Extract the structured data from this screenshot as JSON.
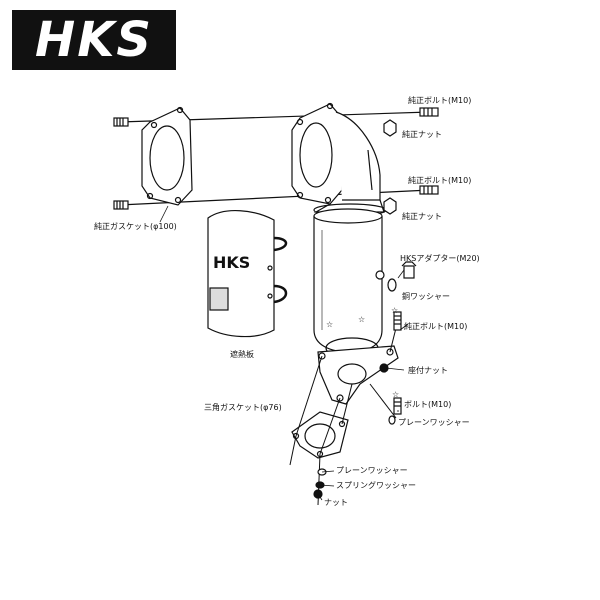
{
  "logo": {
    "text": "HKS"
  },
  "labels": {
    "stock_bolt_m10_top": "純正ボルト(M10)",
    "stock_nut_top": "純正ナット",
    "stock_bolt_m10_mid": "純正ボルト(M10)",
    "stock_nut_mid": "純正ナット",
    "stock_gasket_100": "純正ガスケット(φ100)",
    "hks_adapter_m20": "HKSアダプター(M20)",
    "copper_washer": "銅ワッシャー",
    "stock_bolt_m10_low": "純正ボルト(M10)",
    "heat_shield": "遮熱板",
    "seat_nut": "座付ナット",
    "triangle_gasket_76": "三角ガスケット(φ76)",
    "bolt_m10": "ボルト(M10)",
    "plain_washer_right": "プレーンワッシャー",
    "plain_washer_bottom": "プレーンワッシャー",
    "spring_washer": "スプリングワッシャー",
    "nut": "ナット"
  },
  "marks": {
    "star": "☆"
  }
}
